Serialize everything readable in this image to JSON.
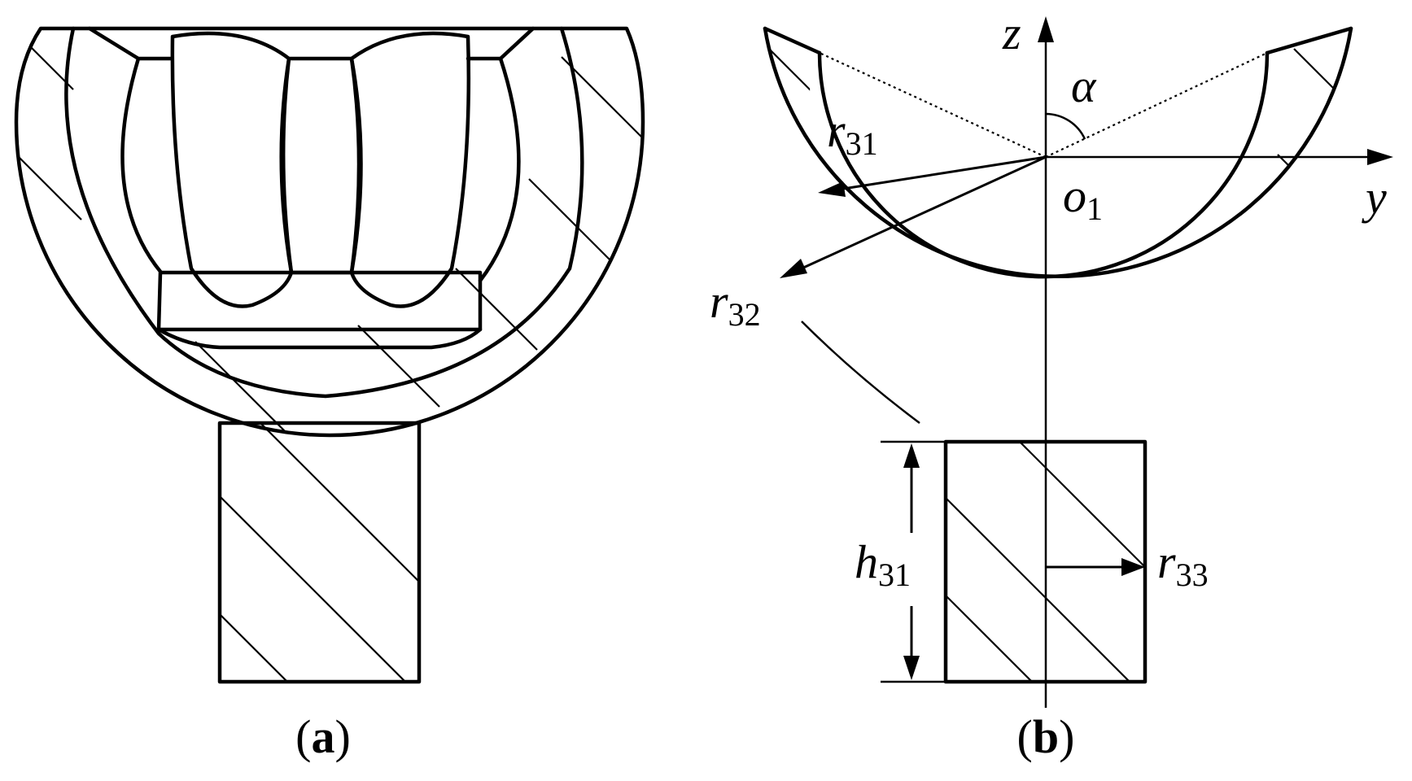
{
  "panel_a": {
    "caption_open": "(",
    "caption_letter": "a",
    "caption_close": ")"
  },
  "panel_b": {
    "caption_open": "(",
    "caption_letter": "b",
    "caption_close": ")",
    "labels": {
      "z": "z",
      "y": "y",
      "alpha": "α",
      "o1_main": "o",
      "o1_sub": "1",
      "r31_main": "r",
      "r31_sub": "31",
      "r32_main": "r",
      "r32_sub": "32",
      "r33_main": "r",
      "r33_sub": "33",
      "h31_main": "h",
      "h31_sub": "31"
    }
  }
}
